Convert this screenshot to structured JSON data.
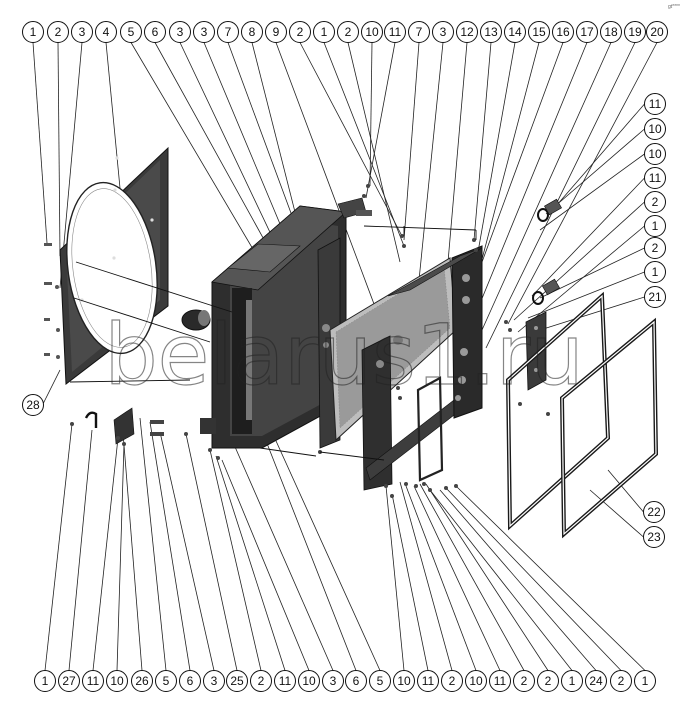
{
  "corner_tag": "gt****",
  "watermark": "belarus1.ru",
  "top_row": [
    "1",
    "2",
    "3",
    "4",
    "5",
    "6",
    "3",
    "3",
    "7",
    "8",
    "9",
    "2",
    "1",
    "2",
    "10",
    "11",
    "7",
    "3",
    "12",
    "13",
    "14",
    "15",
    "16",
    "17",
    "18",
    "19",
    "20"
  ],
  "right_column": [
    "11",
    "10",
    "10",
    "11",
    "2",
    "1",
    "2",
    "1",
    "21"
  ],
  "left_side": [
    "28"
  ],
  "right_bottom": [
    "22",
    "23"
  ],
  "bottom_row": [
    "1",
    "27",
    "11",
    "10",
    "26",
    "5",
    "6",
    "3",
    "25",
    "2",
    "11",
    "10",
    "3",
    "6",
    "5",
    "10",
    "11",
    "2",
    "10",
    "11",
    "2",
    "2",
    "1",
    "24",
    "2",
    "1"
  ]
}
